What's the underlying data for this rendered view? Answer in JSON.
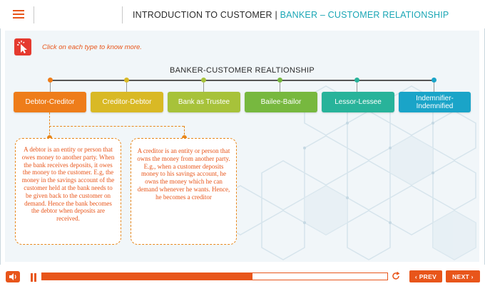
{
  "header": {
    "title_main": "INTRODUCTION TO CUSTOMER | ",
    "title_sub": "BANKER – CUSTOMER RELATIONSHIP"
  },
  "instruction": "Click on each type to know more.",
  "diagram": {
    "title": "BANKER-CUSTOMER REALTIONSHIP",
    "types": [
      {
        "label": "Debtor-Creditor",
        "color": "#ee7d1a"
      },
      {
        "label": "Creditor-Debtor",
        "color": "#d9b925"
      },
      {
        "label": "Bank as Trustee",
        "color": "#a7c23a"
      },
      {
        "label": "Bailee-Bailor",
        "color": "#77b83f"
      },
      {
        "label": "Lessor-Lessee",
        "color": "#28b39a"
      },
      {
        "label": "Indemnifier-\nIndemnified",
        "color": "#1aa4c8"
      }
    ],
    "dot_colors": [
      "#ee7d1a",
      "#d9b925",
      "#a7c23a",
      "#77b83f",
      "#28b39a",
      "#1aa4c8"
    ],
    "debtor_text": "A debtor is an entity or person that owes money to another party. When the bank receives deposits, it owes the money to the customer. E.g, the money in the savings account of the customer held at the bank needs to be given back to the customer on demand. Hence the bank becomes the debtor when deposits are received.",
    "creditor_text": "A creditor is an entity or person that owns the money from another party. E.g., when a customer deposits money to his savings  account, he owns the money which he can demand whenever he wants. Hence, he becomes a creditor"
  },
  "footer": {
    "progress": 0.61,
    "prev_label": "‹ PREV",
    "next_label": "NEXT ›"
  },
  "colors": {
    "accent": "#e8551a",
    "teal": "#1aa6b5"
  }
}
